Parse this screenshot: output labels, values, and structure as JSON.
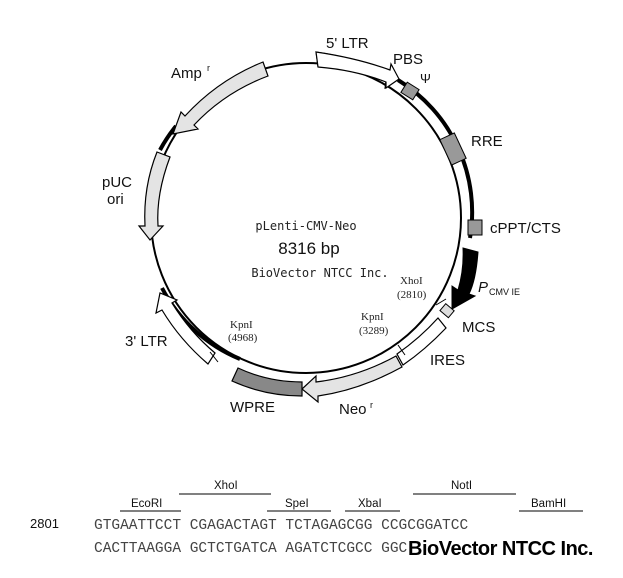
{
  "plasmid": {
    "name": "pLenti-CMV-Neo",
    "size": "8316 bp",
    "company": "BioVector NTCC Inc."
  },
  "features": {
    "ltr5": "5' LTR",
    "pbs": "PBS",
    "psi": "Ψ",
    "rre": "RRE",
    "cppt": "cPPT/CTS",
    "cmv_p": "P",
    "cmv_sub": "CMV IE",
    "mcs": "MCS",
    "ires": "IRES",
    "neo": "Neo",
    "neo_sup": "r",
    "wpre": "WPRE",
    "ltr3": "3' LTR",
    "puc1": "pUC",
    "puc2": "ori",
    "amp": "Amp",
    "amp_sup": "r"
  },
  "sites": {
    "xhoi_name": "XhoI",
    "xhoi_pos": "(2810)",
    "kpni1_name": "KpnI",
    "kpni1_pos": "(3289)",
    "kpni2_name": "KpnI",
    "kpni2_pos": "(4968)"
  },
  "mcs_sequence": {
    "position": "2801",
    "top_strand": "GTGAATTCCT CGAGACTAGT TCTAGAGCGG CCGCGGATCC",
    "bottom_strand": "CACTTAAGGA GCTCTGATCA AGATCTCGCC GGCGCCTAGG",
    "enzymes_upper": [
      "XhoI",
      "NotI"
    ],
    "enzymes_lower": [
      "EcoRI",
      "SpeI",
      "XbaI",
      "BamHI"
    ]
  },
  "brand_footer": "BioVector NTCC Inc."
}
